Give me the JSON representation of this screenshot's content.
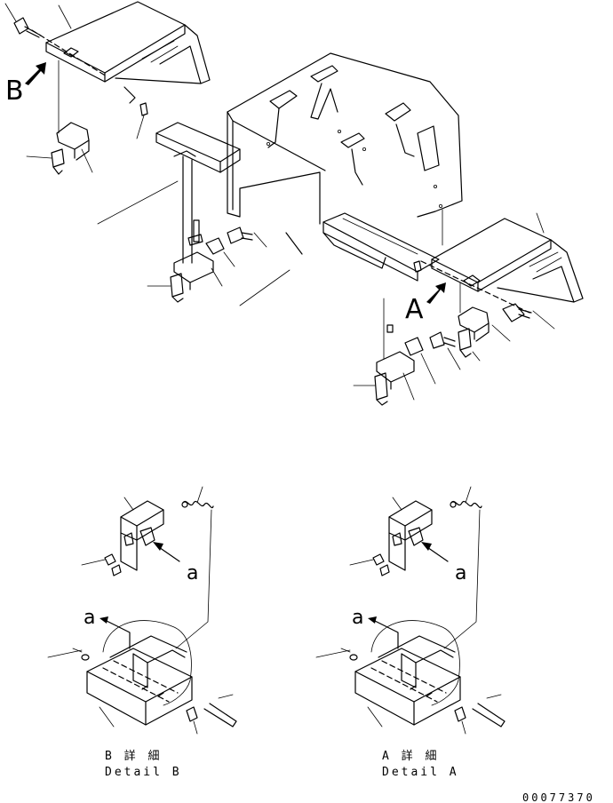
{
  "view_labels": {
    "view_a": "A",
    "view_b": "B"
  },
  "detail_labels": {
    "a_left": "a",
    "a_left_lower": "a",
    "a_right": "a",
    "a_right_lower": "a"
  },
  "captions": {
    "detail_b_jp": "B 詳 細",
    "detail_b_en": "Detail B",
    "detail_a_jp": "A 詳 細",
    "detail_a_en": "Detail A"
  },
  "drawing_number": "00077370"
}
